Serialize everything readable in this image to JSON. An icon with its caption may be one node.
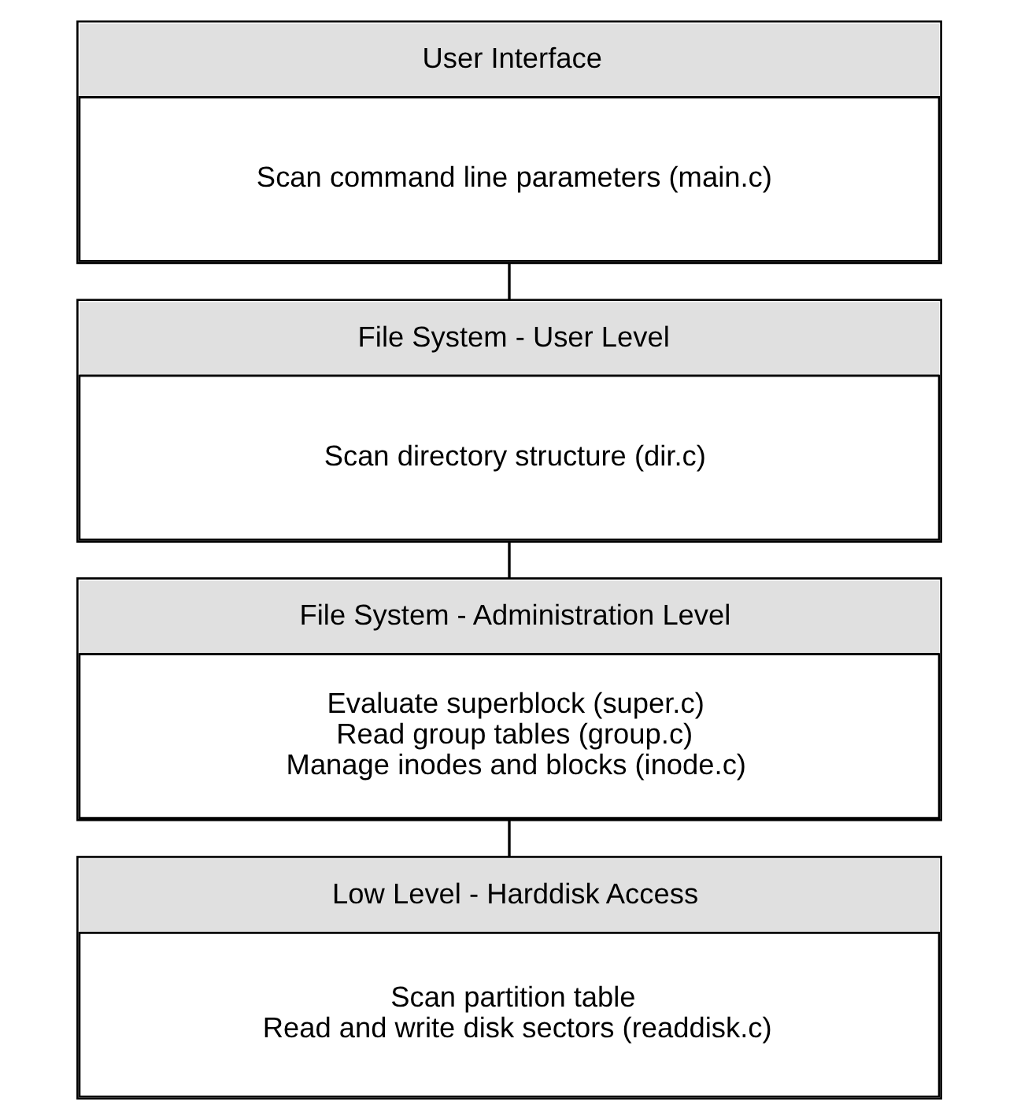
{
  "diagram": {
    "nodes": [
      {
        "text": [
          "User Interface",
          "Scan command line parameters (main.c)"
        ]
      },
      {
        "text": [
          "File System - User Level",
          "Scan directory structure (dir.c)"
        ]
      },
      {
        "text": [
          "File System - Administration Level",
          "Evaluate superblock (super.c)",
          "Read group tables (group.c)",
          "Manage inodes and blocks (inode.c)"
        ]
      },
      {
        "text": [
          "Low Level - Harddisk Access",
          "Scan partition table",
          "Read and write disk sectors (readdisk.c)"
        ]
      }
    ],
    "edges": [
      {
        "from": 0,
        "to": 1,
        "arrow": "none"
      },
      {
        "from": 1,
        "to": 2,
        "arrow": "none"
      },
      {
        "from": 2,
        "to": 3,
        "arrow": "none"
      }
    ]
  }
}
